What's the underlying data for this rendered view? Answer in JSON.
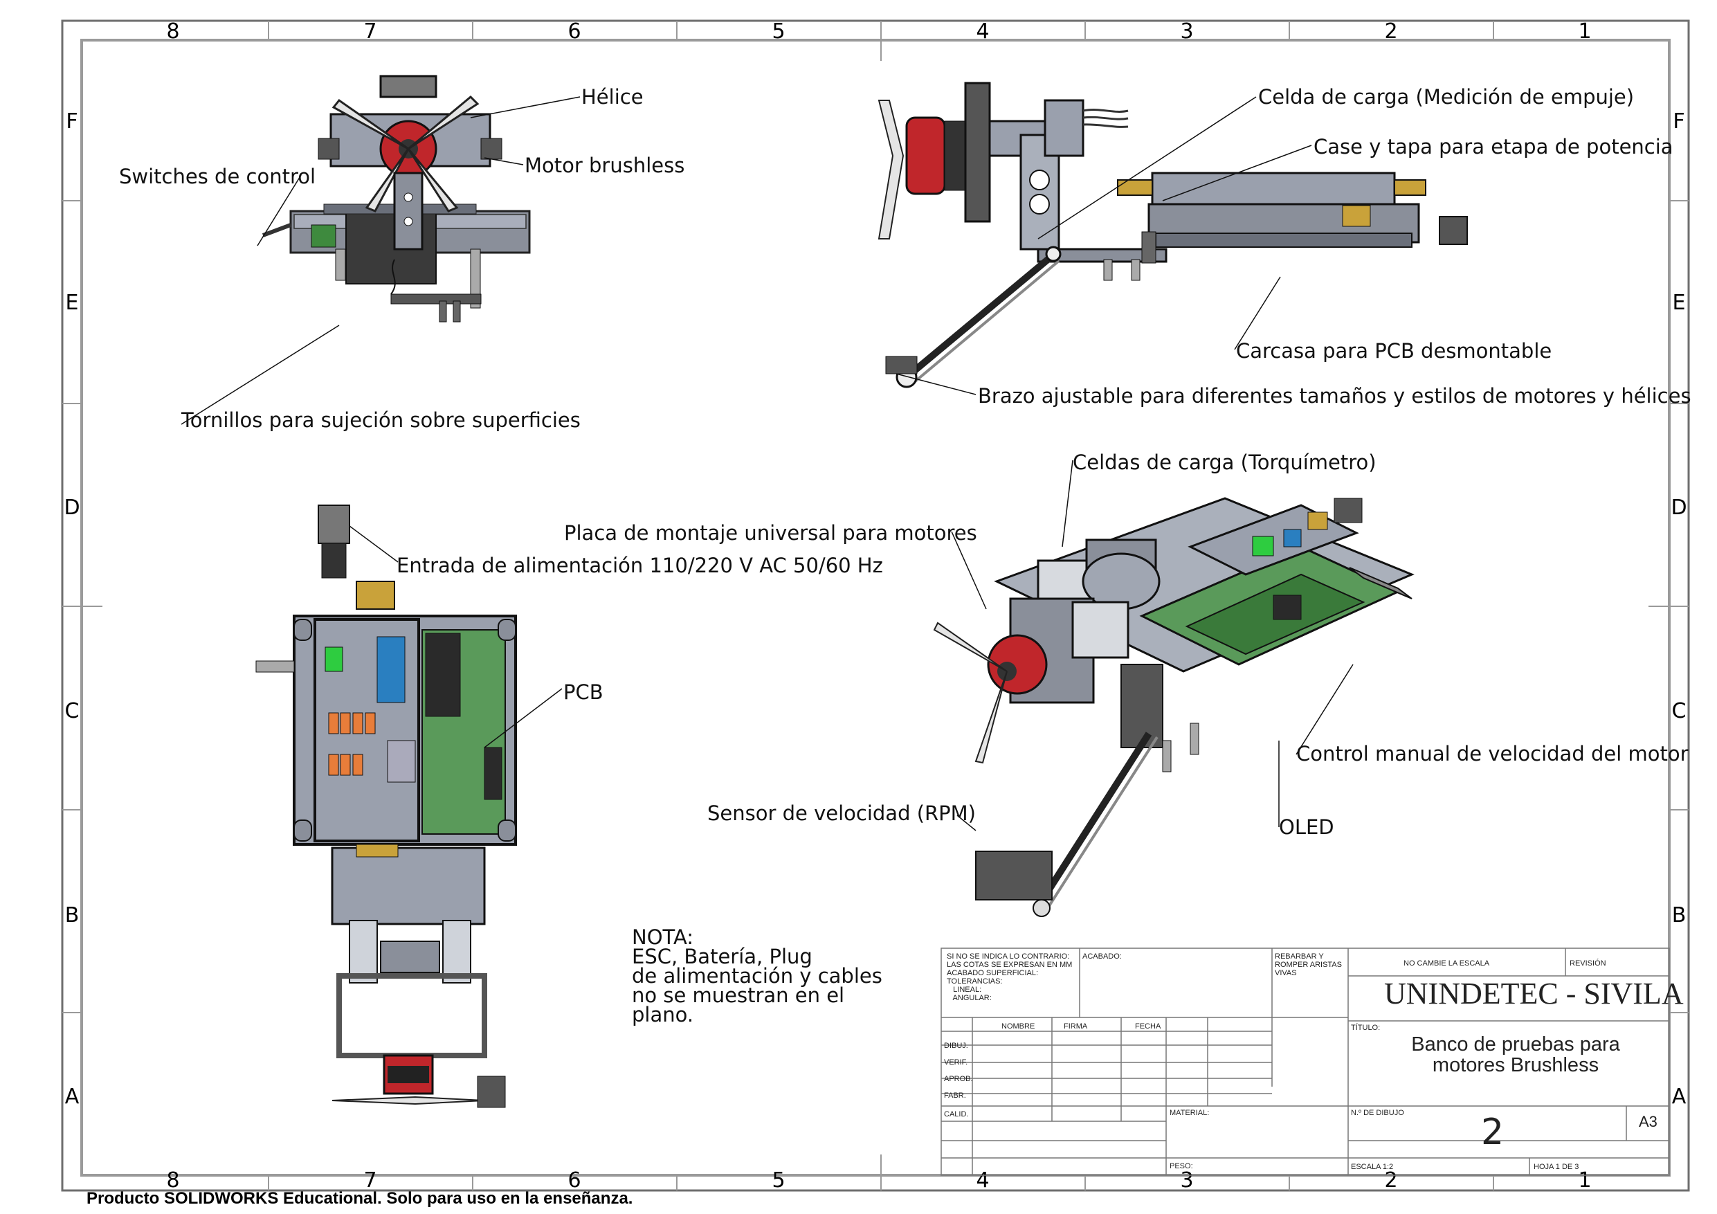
{
  "border": {
    "columns_top": [
      "8",
      "7",
      "6",
      "5",
      "4",
      "3",
      "2",
      "1"
    ],
    "columns_bottom": [
      "8",
      "7",
      "6",
      "5",
      "4",
      "3",
      "2",
      "1"
    ],
    "rows_left": [
      "F",
      "E",
      "D",
      "C",
      "B",
      "A"
    ],
    "rows_right": [
      "F",
      "E",
      "D",
      "C",
      "B",
      "A"
    ]
  },
  "callouts": {
    "helice": "Hélice",
    "motor_brushless": "Motor brushless",
    "switches": "Switches de control",
    "tornillos": "Tornillos para sujeción sobre superficies",
    "celda_carga": "Celda de carga (Medición de empuje)",
    "case_tapa": "Case y tapa para etapa de potencia",
    "carcasa_pcb": "Carcasa para PCB desmontable",
    "brazo": "Brazo ajustable para diferentes tamaños y estilos de motores y hélices",
    "celdas_torque": "Celdas de carga (Torquímetro)",
    "placa_montaje": "Placa de montaje universal para motores",
    "entrada_alim": "Entrada de alimentación 110/220 V AC 50/60 Hz",
    "pcb": "PCB",
    "control_manual": "Control manual de velocidad del motor",
    "sensor_rpm": "Sensor de velocidad (RPM)",
    "oled": "OLED"
  },
  "note": {
    "lines": [
      "NOTA:",
      "ESC, Batería, Plug",
      "de alimentación y cables",
      "no se muestran en el",
      "plano."
    ]
  },
  "title_block": {
    "si_no_lines": [
      "SI NO SE INDICA LO CONTRARIO:",
      "LAS COTAS SE EXPRESAN EN MM",
      "ACABADO SUPERFICIAL:",
      "TOLERANCIAS:",
      "   LINEAL:",
      "   ANGULAR:"
    ],
    "acabado": "ACABADO:",
    "rebarbar_lines": [
      "REBARBAR Y",
      "ROMPER ARISTAS",
      "VIVAS"
    ],
    "no_cambie": "NO CAMBIE LA ESCALA",
    "revision": "REVISIÓN",
    "company": "UNINDETEC - SIVILA",
    "col_nombre": "NOMBRE",
    "col_firma": "FIRMA",
    "col_fecha": "FECHA",
    "row_labels": [
      "DIBUJ.",
      "VERIF.",
      "APROB.",
      "FABR.",
      "CALID."
    ],
    "titulo_label": "TÍTULO:",
    "title_lines": [
      "Banco de pruebas para",
      "motores Brushless"
    ],
    "material": "MATERIAL:",
    "n_dibujo": "N.º DE DIBUJO",
    "drawing_number": "2",
    "sheet_size": "A3",
    "peso": "PESO:",
    "escala": "ESCALA 1:2",
    "hoja": "HOJA 1 DE 3"
  },
  "footer": {
    "edu_notice": "Producto SOLIDWORKS Educational. Solo para uso en la enseñanza."
  },
  "colors": {
    "frame": "#9a9a9a",
    "part_gray": "#8a8f9a",
    "part_dark": "#3a3a3a",
    "motor_red": "#c0262b",
    "pcb_green": "#5a9a5a",
    "brass": "#c9a23a",
    "blue_module": "#2a7fc0"
  }
}
